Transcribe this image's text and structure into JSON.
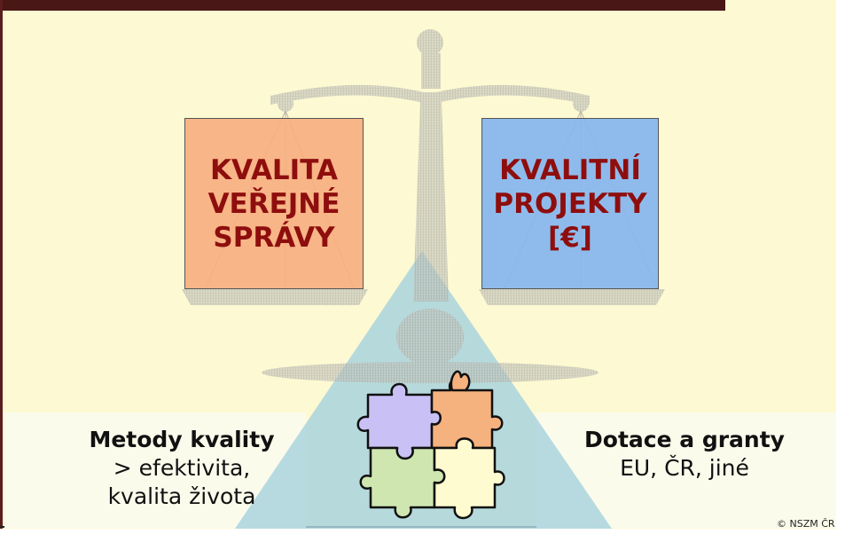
{
  "left_box": {
    "lines": [
      "KVALITA",
      "VEŘEJNÉ",
      "SPRÁVY"
    ]
  },
  "right_box": {
    "lines": [
      "KVALITNÍ",
      "PROJEKTY",
      "[€]"
    ]
  },
  "left_label": {
    "title": "Metody kvality",
    "line1": "> efektivita,",
    "line2": "kvalita života"
  },
  "right_label": {
    "title": "Dotace a granty",
    "line1": "EU, ČR, jiné"
  },
  "credit": "© NSZM ČR",
  "icons": {
    "scale": "balance-scale-icon",
    "puzzle": "puzzle-icon"
  },
  "colors": {
    "background": "#fdf9d2",
    "top_bar": "#4a1717",
    "left_box": "#f7af80",
    "right_box": "#85b5ee",
    "box_text": "#8e0e0e",
    "triangle": "#a9d3de",
    "puzzle_purple": "#c9c1f5",
    "puzzle_orange": "#f5b17e",
    "puzzle_green": "#cfe6b1",
    "puzzle_yellow": "#fffbd0"
  }
}
